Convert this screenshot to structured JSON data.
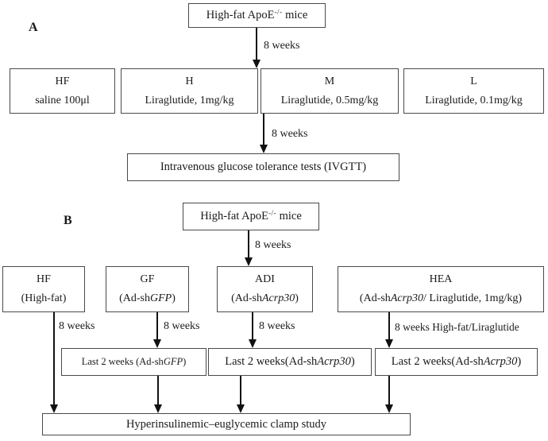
{
  "figure": {
    "background": "#ffffff",
    "box_border_color": "#4a4a4a",
    "arrow_color": "#111111",
    "text_color": "#1a1a1a"
  },
  "panel_a": {
    "label": "A",
    "top_box": {
      "prefix": "High-fat ApoE",
      "sup": "-/-",
      "suffix": " mice"
    },
    "arrow1_label": "8 weeks",
    "groups": [
      {
        "line1": "HF",
        "line2": "saline 100μl"
      },
      {
        "line1": "H",
        "line2": "Liraglutide, 1mg/kg"
      },
      {
        "line1": "M",
        "line2": "Liraglutide, 0.5mg/kg"
      },
      {
        "line1": "L",
        "line2": "Liraglutide, 0.1mg/kg"
      }
    ],
    "arrow2_label": "8 weeks",
    "outcome": "Intravenous glucose tolerance tests (IVGTT)"
  },
  "panel_b": {
    "label": "B",
    "top_box": {
      "prefix": "High-fat ApoE",
      "sup": "-/-",
      "suffix": " mice"
    },
    "arrow_label": "8 weeks",
    "groups": [
      {
        "line1": "HF",
        "line2_prefix": "(High-fat)",
        "line2_italic": "",
        "line2_suffix": ""
      },
      {
        "line1": "GF",
        "line2_prefix": "(Ad-sh",
        "line2_italic": "GFP",
        "line2_suffix": ")"
      },
      {
        "line1": "ADI",
        "line2_prefix": "(Ad-sh",
        "line2_italic": "Acrp30",
        "line2_suffix": ")"
      },
      {
        "line1": "HEA",
        "line2_prefix": "(Ad-sh",
        "line2_italic": "Acrp30",
        "line2_suffix": "/ Liraglutide, 1mg/kg)"
      }
    ],
    "branch_labels": {
      "hf": "8 weeks",
      "gf": "8 weeks",
      "adi": "8 weeks",
      "hea": "8 weeks High-fat/Liraglutide"
    },
    "mid_boxes": [
      {
        "prefix": "Last 2 weeks (Ad-sh",
        "italic": "GFP",
        "suffix": ")"
      },
      {
        "prefix": "Last 2 weeks(Ad-sh",
        "italic": "Acrp30",
        "suffix": ")"
      },
      {
        "prefix": "Last 2 weeks(Ad-sh",
        "italic": "Acrp30",
        "suffix": ")"
      }
    ],
    "outcome": "Hyperinsulinemic–euglycemic clamp study"
  }
}
